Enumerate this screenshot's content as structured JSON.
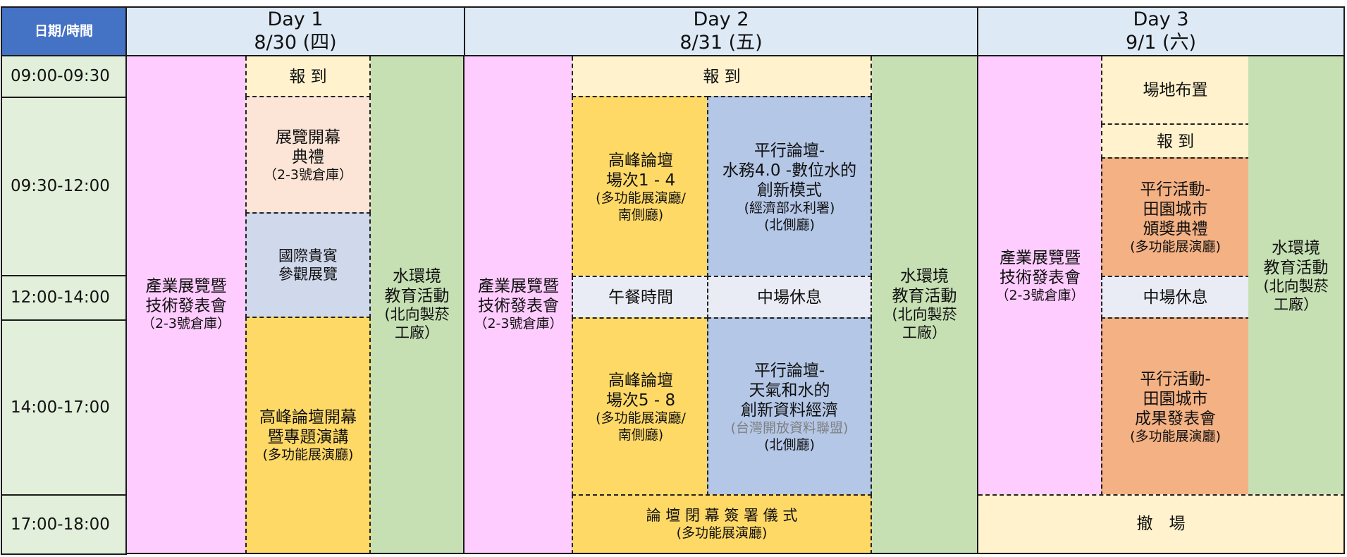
{
  "header": {
    "corner_label": "日期/時間",
    "days": [
      {
        "title": "Day  1",
        "date": "8/30 (四)"
      },
      {
        "title": "Day  2",
        "date": "8/31 (五)"
      },
      {
        "title": "Day  3",
        "date": "9/1  (六)"
      }
    ]
  },
  "time_slots": [
    "09:00-09:30",
    "09:30-12:00",
    "12:00-14:00",
    "14:00-17:00",
    "17:00-18:00"
  ],
  "colors": {
    "header_corner": "#4472c4",
    "header_day": "#dde9f5",
    "time_column": "#e2efda",
    "exhibition_pink": "#ffccff",
    "education_green": "#c6e0b4",
    "registration_cream": "#fff2cc",
    "opening_peach": "#fce4d6",
    "vip_lavender": "#d0d8ec",
    "summit_gold": "#ffd966",
    "parallel_blue": "#b4c7e7",
    "break_grey": "#e9ecf4",
    "activity_orange": "#f4b183"
  },
  "day1": {
    "exhibition": {
      "l1": "產業展覽暨",
      "l2": "技術發表會",
      "l3": "（2-3號倉庫）"
    },
    "registration": "報 到",
    "opening": {
      "l1": "展覽開幕",
      "l2": "典禮",
      "l3": "（2-3號倉庫）"
    },
    "vip": {
      "l1": "國際貴賓",
      "l2": "參觀展覽"
    },
    "summit_opening": {
      "l1": "高峰論壇開幕",
      "l2": "暨專題演講",
      "l3": "(多功能展演廳)"
    },
    "education": {
      "l1": "水環境",
      "l2": "教育活動",
      "l3": "(北向製菸",
      "l4": "工廠）"
    }
  },
  "day2": {
    "exhibition": {
      "l1": "產業展覽暨",
      "l2": "技術發表會",
      "l3": "（2-3號倉庫）"
    },
    "registration": "報 到",
    "summit_1_4": {
      "l1": "高峰論壇",
      "l2": "場次1 - 4",
      "l3": "(多功能展演廳/",
      "l4": "南側廳)"
    },
    "parallel_water40": {
      "l1": "平行論壇-",
      "l2": "水務4.0 -數位水的",
      "l3": "創新模式",
      "l4": "(經濟部水利署)",
      "l5": "(北側廳)"
    },
    "lunch": "午餐時間",
    "break": "中場休息",
    "summit_5_8": {
      "l1": "高峰論壇",
      "l2": "場次5 - 8",
      "l3": "(多功能展演廳/",
      "l4": "南側廳)"
    },
    "parallel_weather": {
      "l1": "平行論壇-",
      "l2": "天氣和水的",
      "l3": "創新資料經濟",
      "l4": "(台灣開放資料聯盟)",
      "l5": "(北側廳)"
    },
    "closing": {
      "l1": "論 壇 閉 幕 簽 署 儀 式",
      "l2": "(多功能展演廳)"
    },
    "education": {
      "l1": "水環境",
      "l2": "教育活動",
      "l3": "(北向製菸",
      "l4": "工廠）"
    }
  },
  "day3": {
    "exhibition": {
      "l1": "產業展覽暨",
      "l2": "技術發表會",
      "l3": "（2-3號倉庫）"
    },
    "setup": "場地布置",
    "registration": "報 到",
    "awards": {
      "l1": "平行活動-",
      "l2": "田園城市",
      "l3": "頒獎典禮",
      "l4": "(多功能展演廳)"
    },
    "break": "中場休息",
    "results": {
      "l1": "平行活動-",
      "l2": "田園城市",
      "l3": "成果發表會",
      "l4": "(多功能展演廳)"
    },
    "education": {
      "l1": "水環境",
      "l2": "教育活動",
      "l3": "(北向製菸",
      "l4": "工廠）"
    },
    "teardown": "撤　場"
  }
}
